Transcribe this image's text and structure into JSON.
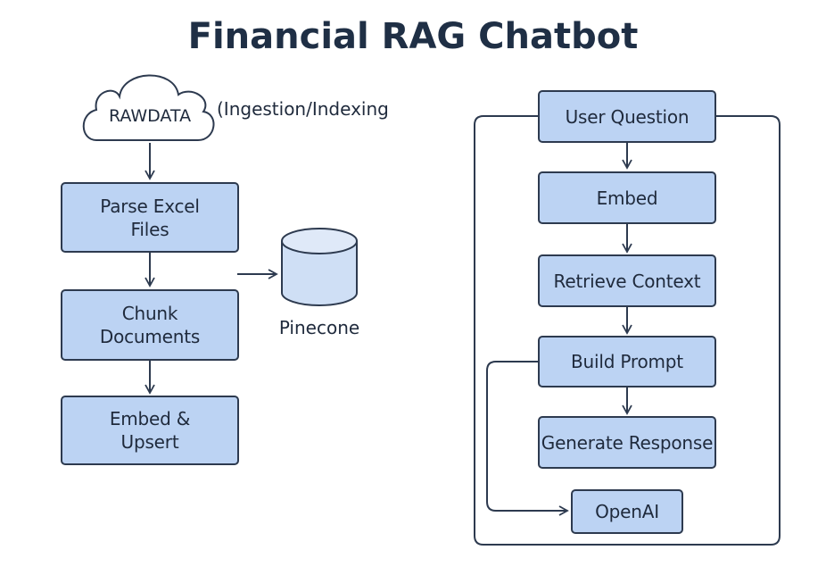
{
  "title": "Financial RAG Chatbot",
  "colors": {
    "node_fill": "#bcd3f3",
    "node_border": "#2d3a4f",
    "line": "#2d3a4f",
    "title": "#1f2f45",
    "db_fill": "#cfdff5"
  },
  "ingestion": {
    "source": "RAWDATA",
    "section_label": "(Ingestion/Indexing",
    "steps": [
      {
        "label": "Parse Excel\nFiles"
      },
      {
        "label": "Chunk\nDocuments"
      },
      {
        "label": "Embed &\nUpsert"
      }
    ],
    "store": "Pinecone"
  },
  "query": {
    "steps": [
      {
        "label": "User Question"
      },
      {
        "label": "Embed"
      },
      {
        "label": "Retrieve Context"
      },
      {
        "label": "Build Prompt"
      },
      {
        "label": "Generate Response"
      },
      {
        "label": "OpenAI"
      }
    ]
  }
}
